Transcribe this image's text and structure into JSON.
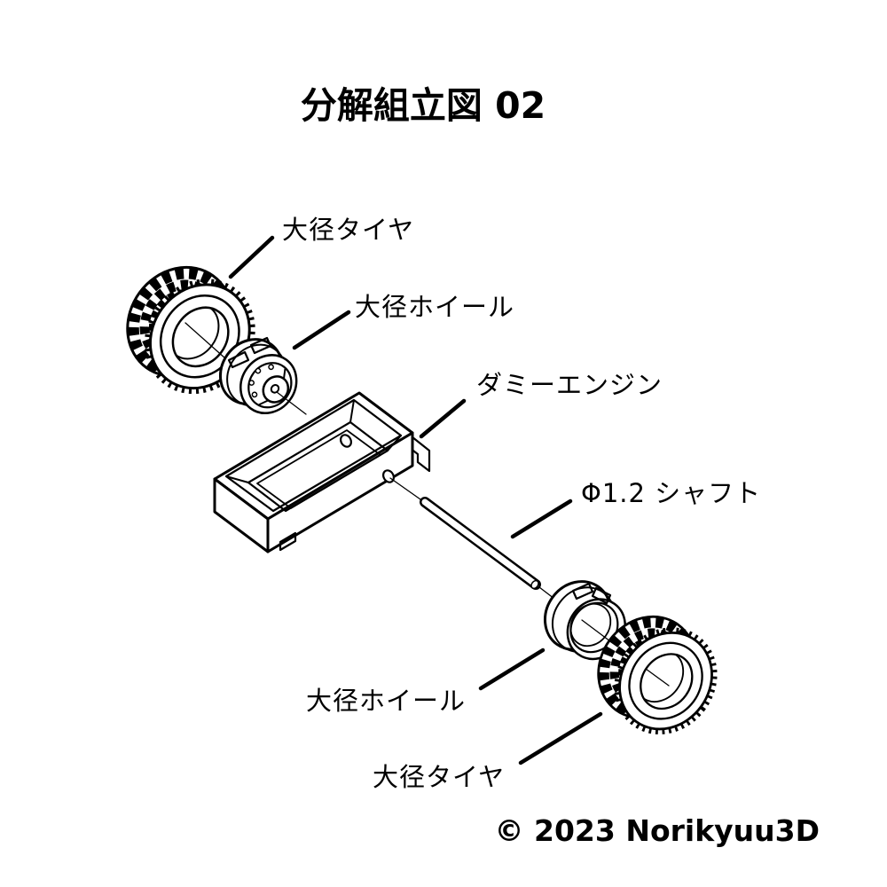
{
  "title": "分解組立図 02",
  "copyright": "© 2023 Norikyuu3D",
  "callouts": {
    "tire_top": {
      "label": "大径タイヤ"
    },
    "wheel_top": {
      "label": "大径ホイール"
    },
    "engine": {
      "label": "ダミーエンジン"
    },
    "shaft": {
      "label": "Φ1.2 シャフト"
    },
    "wheel_bottom": {
      "label": "大径ホイール"
    },
    "tire_bottom": {
      "label": "大径タイヤ"
    }
  },
  "colors": {
    "background": "#ffffff",
    "line": "#000000",
    "text": "#000000"
  }
}
